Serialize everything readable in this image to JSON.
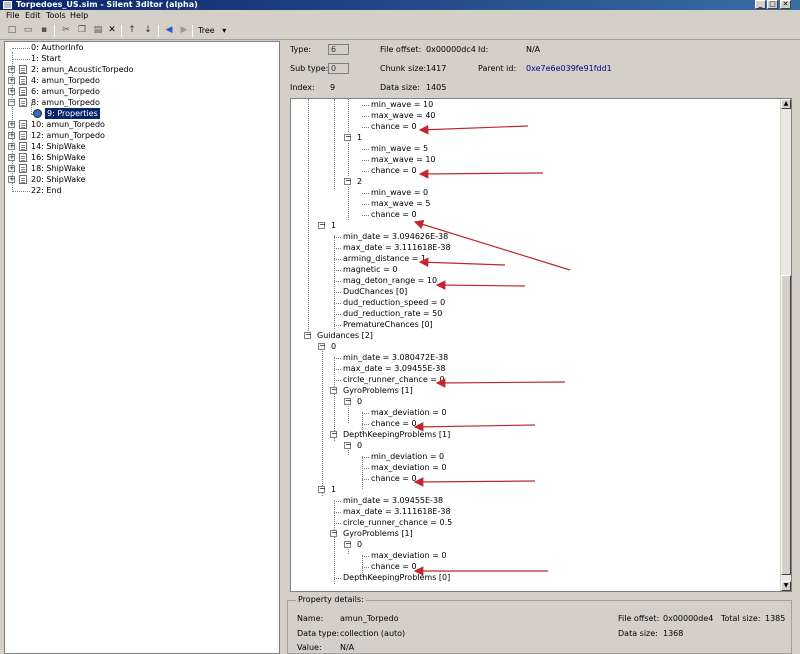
{
  "window": {
    "title": "Torpedoes_US.sim - Silent 3ditor (alpha)",
    "min": "_",
    "max": "□",
    "close": "✕"
  },
  "menu": [
    "File",
    "Edit",
    "Tools",
    "Help"
  ],
  "toolbar": {
    "view_mode": "Tree",
    "dropdown": "▾"
  },
  "left_tree": [
    {
      "label": "0: AuthorInfo",
      "expand": false,
      "icon": false
    },
    {
      "label": "1: Start",
      "expand": false,
      "icon": false
    },
    {
      "label": "2: amun_AcousticTorpedo",
      "expand": true,
      "icon": true
    },
    {
      "label": "4: amun_Torpedo",
      "expand": true,
      "icon": true
    },
    {
      "label": "6: amun_Torpedo",
      "expand": true,
      "icon": true
    },
    {
      "label": "8: amun_Torpedo",
      "expand": true,
      "icon": true,
      "open": true
    },
    {
      "label": "9: Properties",
      "child": true,
      "selected": true
    },
    {
      "label": "10: amun_Torpedo",
      "expand": true,
      "icon": true
    },
    {
      "label": "12: amun_Torpedo",
      "expand": true,
      "icon": true
    },
    {
      "label": "14: ShipWake",
      "expand": true,
      "icon": true
    },
    {
      "label": "16: ShipWake",
      "expand": true,
      "icon": true
    },
    {
      "label": "18: ShipWake",
      "expand": true,
      "icon": true
    },
    {
      "label": "20: ShipWake",
      "expand": true,
      "icon": true
    },
    {
      "label": "22: End",
      "expand": false,
      "icon": false
    }
  ],
  "info": {
    "type_label": "Type:",
    "type_value": "6",
    "subtype_label": "Sub type:",
    "subtype_value": "0",
    "index_label": "Index:",
    "index_value": "9",
    "file_offset_label": "File offset:",
    "file_offset_value": "0x00000dc4",
    "chunk_size_label": "Chunk size:",
    "chunk_size_value": "1417",
    "data_size_label": "Data size:",
    "data_size_value": "1405",
    "id_label": "Id:",
    "id_value": "N/A",
    "parent_id_label": "Parent id:",
    "parent_id_value": "0xe7e6e039fe91fdd1"
  },
  "main_tree": [
    {
      "text": "min_wave = 10",
      "level": 5
    },
    {
      "text": "max_wave = 40",
      "level": 5
    },
    {
      "text": "chance = 0",
      "level": 5
    },
    {
      "text": "1",
      "level": 4,
      "exp": true
    },
    {
      "text": "min_wave = 5",
      "level": 5
    },
    {
      "text": "max_wave = 10",
      "level": 5
    },
    {
      "text": "chance = 0",
      "level": 5
    },
    {
      "text": "2",
      "level": 4,
      "exp": true
    },
    {
      "text": "min_wave = 0",
      "level": 5
    },
    {
      "text": "max_wave = 5",
      "level": 5
    },
    {
      "text": "chance = 0",
      "level": 5
    },
    {
      "text": "1",
      "level": 2,
      "exp": true
    },
    {
      "text": "min_date = 3.094626E-38",
      "level": 3
    },
    {
      "text": "max_date = 3.111618E-38",
      "level": 3
    },
    {
      "text": "arming_distance = 1",
      "level": 3
    },
    {
      "text": "magnetic = 0",
      "level": 3
    },
    {
      "text": "mag_deton_range = 10",
      "level": 3
    },
    {
      "text": "DudChances [0]",
      "level": 3
    },
    {
      "text": "dud_reduction_speed = 0",
      "level": 3
    },
    {
      "text": "dud_reduction_rate = 50",
      "level": 3
    },
    {
      "text": "PrematureChances [0]",
      "level": 3
    },
    {
      "text": "Guidances [2]",
      "level": 1,
      "exp": true
    },
    {
      "text": "0",
      "level": 2,
      "exp": true
    },
    {
      "text": "min_date = 3.080472E-38",
      "level": 3
    },
    {
      "text": "max_date = 3.09455E-38",
      "level": 3
    },
    {
      "text": "circle_runner_chance = 0",
      "level": 3
    },
    {
      "text": "GyroProblems [1]",
      "level": 3,
      "exp": true
    },
    {
      "text": "0",
      "level": 4,
      "exp": true
    },
    {
      "text": "max_deviation = 0",
      "level": 5
    },
    {
      "text": "chance = 0",
      "level": 5
    },
    {
      "text": "DepthKeepingProblems [1]",
      "level": 3,
      "exp": true
    },
    {
      "text": "0",
      "level": 4,
      "exp": true
    },
    {
      "text": "min_deviation = 0",
      "level": 5
    },
    {
      "text": "max_deviation = 0",
      "level": 5
    },
    {
      "text": "chance = 0",
      "level": 5
    },
    {
      "text": "1",
      "level": 2,
      "exp": true
    },
    {
      "text": "min_date = 3.09455E-38",
      "level": 3
    },
    {
      "text": "max_date = 3.111618E-38",
      "level": 3
    },
    {
      "text": "circle_runner_chance = 0.5",
      "level": 3
    },
    {
      "text": "GyroProblems [1]",
      "level": 3,
      "exp": true
    },
    {
      "text": "0",
      "level": 4,
      "exp": true
    },
    {
      "text": "max_deviation = 0",
      "level": 5
    },
    {
      "text": "chance = 0",
      "level": 5
    },
    {
      "text": "DepthKeepingProblems [0]",
      "level": 3
    }
  ],
  "details": {
    "title": "Property details:",
    "name_label": "Name:",
    "name_value": "amun_Torpedo",
    "datatype_label": "Data type:",
    "datatype_value": "collection (auto)",
    "value_label": "Value:",
    "value_value": "N/A",
    "file_offset_label": "File offset:",
    "file_offset_value": "0x00000de4",
    "total_size_label": "Total size:",
    "total_size_value": "1385",
    "data_size_label": "Data size:",
    "data_size_value": "1368"
  },
  "annotations": {
    "arrow_color": "#c0282d"
  }
}
